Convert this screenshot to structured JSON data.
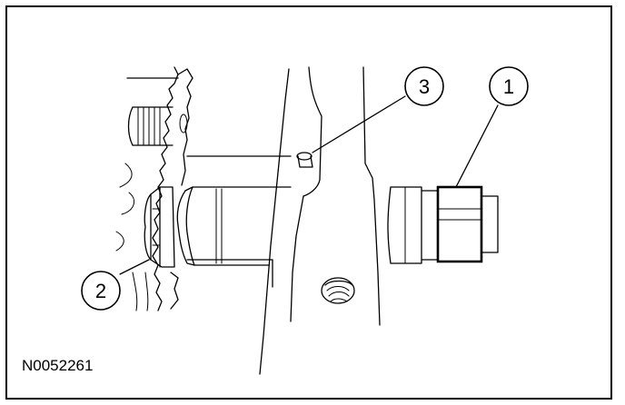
{
  "figure": {
    "reference_code": "N0052261",
    "callouts": [
      {
        "id": "callout-1",
        "label": "1"
      },
      {
        "id": "callout-2",
        "label": "2"
      },
      {
        "id": "callout-3",
        "label": "3"
      }
    ]
  }
}
